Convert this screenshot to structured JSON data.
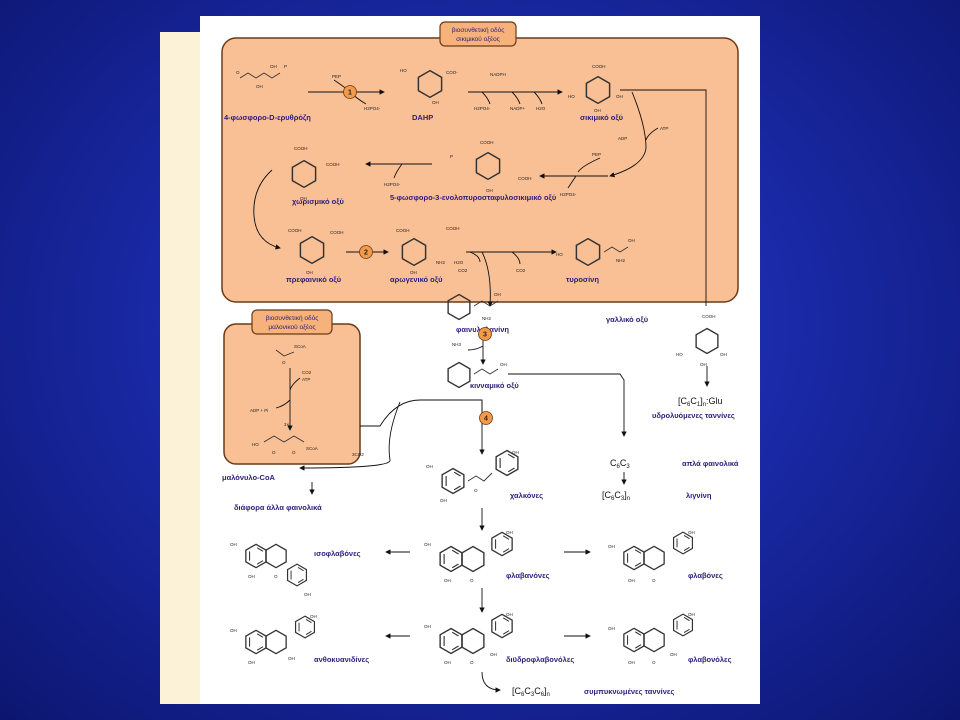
{
  "boxes": {
    "shikimic_header": [
      "βιοσυνθετική οδός",
      "σικιμικού οξέος"
    ],
    "malonic_header": [
      "βιοσυνθετική οδός",
      "μαλονικού οξέος"
    ]
  },
  "colors": {
    "background": "#1a2aa8",
    "panel": "#f9c096",
    "panel_border": "#6b3a16",
    "header_fill": "#f6b27a",
    "step_badge": "#f29a4a",
    "label_text": "#2a1c7a"
  },
  "steps": [
    "1",
    "2",
    "3",
    "4"
  ],
  "labels": {
    "e4p": "4-φωσφορο-D-ερυθρόζη",
    "dahp": "DAHP",
    "shikimic": "σικιμικό οξύ",
    "chorismic": "χωρισμικό οξύ",
    "epsp": "5-φωσφορο-3-ενολοπυροσταφυλοσικιμικό οξύ",
    "prephenic": "πρεφαινικό οξύ",
    "arogenic": "αρωγενικό οξύ",
    "tyrosine": "τυροσίνη",
    "phenylalanine": "φαινυλαλανίνη",
    "gallic": "γαλλικό οξύ",
    "cinnamic": "κινναμικό οξύ",
    "hydrolysable_tannins": "υδρολυόμενες ταννίνες",
    "malonyl_coa": "μαλόνυλο-CoA",
    "simple_phenolics": "απλά φαινολικά",
    "lignin": "λιγνίνη",
    "other_phenolics": "διάφορα άλλα φαινολικά",
    "chalcones": "χαλκόνες",
    "isoflavones": "ισοφλαβόνες",
    "flavanones": "φλαβανόνες",
    "flavones": "φλαβόνες",
    "anthocyanidins": "ανθοκυανιδίνες",
    "dihydroflavonols": "διϋδροφλαβονόλες",
    "flavonols": "φλαβονόλες",
    "condensed_tannins": "συμπυκνωμένες ταννίνες"
  },
  "formulas": {
    "c6c1n_glu": "[C6C1]n:Glu",
    "c6c3": "C6C3",
    "c6c3n": "[C6C3]n",
    "c6c3c6n": "[C6C3C6]n"
  },
  "reagents": {
    "pep1": "PEP",
    "h2po4_1": "H2PO4-",
    "nadph": "NADPH",
    "h2po4_2": "H2PO4-",
    "nadp": "NADP+",
    "h2o_1": "H2O",
    "atp1": "ATP",
    "adp1": "ADP",
    "pep2": "PEP",
    "h2po4_3": "H2PO4-",
    "h2po4_4": "H2PO4-",
    "h2o_2": "H2O",
    "co2_1": "CO2",
    "co2_2": "CO2",
    "nh3": "NH3",
    "co2_3": "CO2",
    "atp2": "ATP",
    "adp_pi": "ADP + Pi",
    "three_x": "3×",
    "three_co2": "3CO2",
    "scoa1": "SCoA",
    "scoa2": "SCoA",
    "cooh": "COOH",
    "coo": "COO-",
    "oh": "OH",
    "nh2": "NH2",
    "glu": "Glu"
  }
}
